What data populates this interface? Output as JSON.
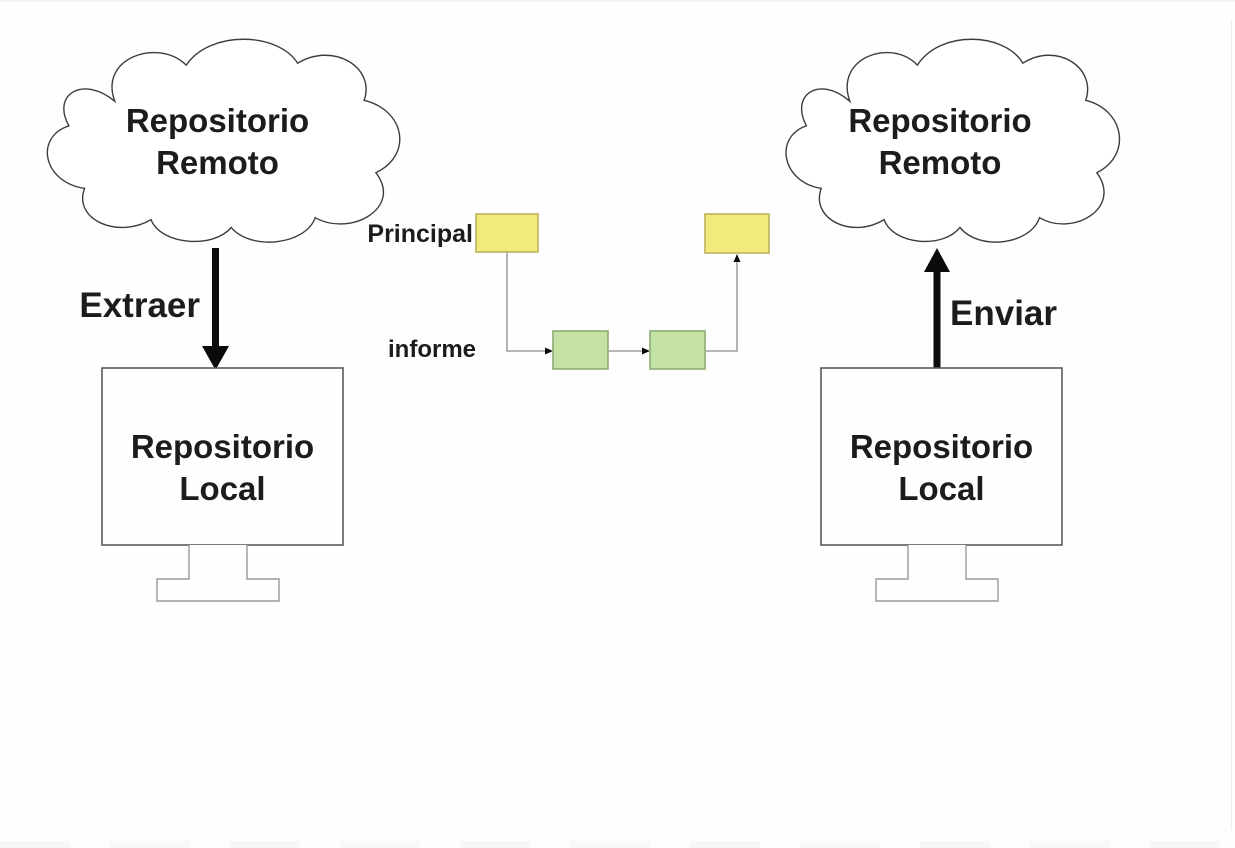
{
  "diagram": {
    "left": {
      "cloud": {
        "line1": "Repositorio",
        "line2": "Remoto"
      },
      "action": "Extraer",
      "monitor": {
        "line1": "Repositorio",
        "line2": "Local"
      }
    },
    "right": {
      "cloud": {
        "line1": "Repositorio",
        "line2": "Remoto"
      },
      "action": "Enviar",
      "monitor": {
        "line1": "Repositorio",
        "line2": "Local"
      }
    },
    "branches": {
      "main_label": "Principal",
      "feature_label": "informe"
    },
    "colors": {
      "main_commit_fill": "#F3EA7C",
      "main_commit_border": "#BCB35F",
      "feature_commit_fill": "#C5E2A5",
      "feature_commit_border": "#8FAC72",
      "connector_gray": "#8c8c8c",
      "arrow_black": "#0b0b0b"
    }
  }
}
